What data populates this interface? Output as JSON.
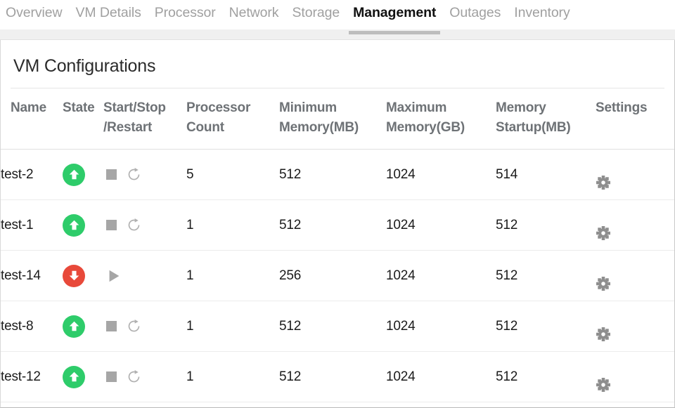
{
  "tabs": [
    {
      "label": "Overview",
      "active": false
    },
    {
      "label": "VM Details",
      "active": false
    },
    {
      "label": "Processor",
      "active": false
    },
    {
      "label": "Network",
      "active": false
    },
    {
      "label": "Storage",
      "active": false
    },
    {
      "label": "Management",
      "active": true
    },
    {
      "label": "Outages",
      "active": false
    },
    {
      "label": "Inventory",
      "active": false
    }
  ],
  "panel": {
    "title": "VM Configurations"
  },
  "table": {
    "columns": [
      {
        "key": "name",
        "label": "Name"
      },
      {
        "key": "state",
        "label": "State"
      },
      {
        "key": "control",
        "label": "Start/Stop /Restart",
        "line1": "Start/Stop",
        "line2": "/Restart"
      },
      {
        "key": "procs",
        "label": "Processor Count",
        "line1": "Processor",
        "line2": "Count"
      },
      {
        "key": "minmem",
        "label": "Minimum Memory(MB)",
        "line1": "Minimum",
        "line2": "Memory(MB)"
      },
      {
        "key": "maxmem",
        "label": "Maximum Memory(GB)",
        "line1": "Maximum",
        "line2": "Memory(GB)"
      },
      {
        "key": "startmem",
        "label": "Memory Startup(MB)",
        "line1": "Memory",
        "line2": "Startup(MB)"
      },
      {
        "key": "settings",
        "label": "Settings"
      }
    ],
    "rows": [
      {
        "name": "test-2",
        "state": "running",
        "controls": [
          "stop",
          "restart"
        ],
        "procs": "5",
        "minmem": "512",
        "maxmem": "1024",
        "startmem": "514",
        "settings_icon": "gear-icon"
      },
      {
        "name": "test-1",
        "state": "running",
        "controls": [
          "stop",
          "restart"
        ],
        "procs": "1",
        "minmem": "512",
        "maxmem": "1024",
        "startmem": "512",
        "settings_icon": "gear-icon"
      },
      {
        "name": "test-14",
        "state": "stopped",
        "controls": [
          "start"
        ],
        "procs": "1",
        "minmem": "256",
        "maxmem": "1024",
        "startmem": "512",
        "settings_icon": "gear-icon"
      },
      {
        "name": "test-8",
        "state": "running",
        "controls": [
          "stop",
          "restart"
        ],
        "procs": "1",
        "minmem": "512",
        "maxmem": "1024",
        "startmem": "512",
        "settings_icon": "gear-icon"
      },
      {
        "name": "test-12",
        "state": "running",
        "controls": [
          "stop",
          "restart"
        ],
        "procs": "1",
        "minmem": "512",
        "maxmem": "1024",
        "startmem": "512",
        "settings_icon": "gear-icon"
      }
    ]
  },
  "icons": {
    "state_running": "arrow-up-circle-icon",
    "state_stopped": "arrow-down-circle-icon",
    "stop": "stop-square-icon",
    "restart": "restart-circular-arrow-icon",
    "start": "play-triangle-icon",
    "settings": "gear-icon"
  },
  "colors": {
    "running": "#2ecc6a",
    "stopped": "#e8493a",
    "control_gray": "#a6a6a6",
    "header_text": "#6e7276",
    "tab_inactive": "#a0a0a0",
    "tab_active": "#111111",
    "tab_underline": "#bdbdbd"
  }
}
